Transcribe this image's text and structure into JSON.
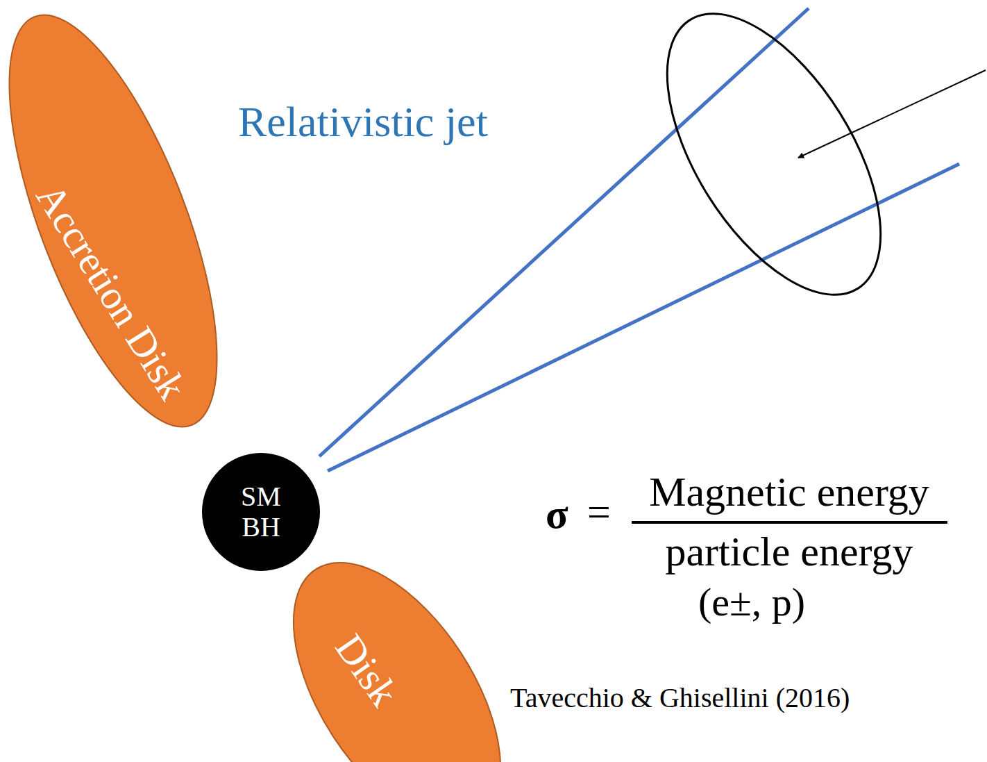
{
  "diagram": {
    "nodes": [
      {
        "text": [
          "Accretion Disk"
        ]
      },
      {
        "text": [
          "SM BH"
        ]
      },
      {
        "text": [
          "Disk"
        ]
      }
    ],
    "labels": [
      "Relativistic jet",
      "σ",
      "=",
      "Magnetic energy",
      "particle energy",
      "(e±, p)",
      "Tavecchio & Ghisellini (2016)"
    ]
  }
}
